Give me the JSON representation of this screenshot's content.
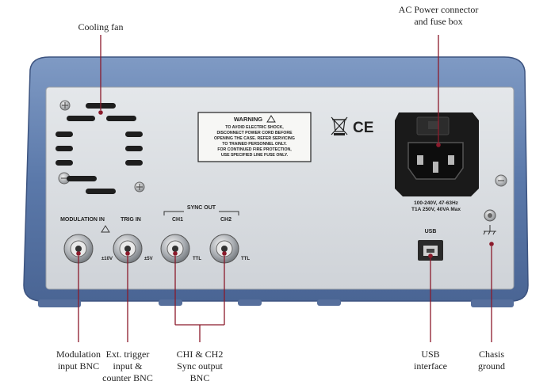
{
  "callouts": {
    "cooling_fan": "Cooling fan",
    "ac_power": {
      "line1": "AC Power connector",
      "line2": "and fuse box"
    },
    "modulation": {
      "line1": "Modulation",
      "line2": "input BNC"
    },
    "trigger": {
      "line1": "Ext. trigger",
      "line2": "input &",
      "line3": "counter BNC"
    },
    "sync": {
      "line1": "CHI & CH2",
      "line2": "Sync output",
      "line3": "BNC"
    },
    "usb": {
      "line1": "USB",
      "line2": "interface"
    },
    "ground": {
      "line1": "Chasis",
      "line2": "ground"
    }
  },
  "panel_text": {
    "warning_title": "WARNING",
    "warning_lines": [
      "TO AVOID ELECTRIC SHOCK,",
      "DISCONNECT POWER CORD BEFORE",
      "OPENING THE CASE. REFER SERVICING",
      "TO TRAINED PERSONNEL ONLY.",
      "FOR CONTINUED FIRE PROTECTION,",
      "USE SPECIFIED LINE FUSE ONLY."
    ],
    "ce_mark": "CE",
    "power_rating_1": "100-240V, 47-63Hz",
    "power_rating_2": "T1A 250V, 40VA Max",
    "modulation_in": "MODULATION IN",
    "trig_in": "TRIG IN",
    "sync_out": "SYNC OUT",
    "ch1": "CH1",
    "ch2": "CH2",
    "mod_voltage": "±10V",
    "trig_voltage": "±5V",
    "ttl1": "TTL",
    "ttl2": "TTL",
    "usb": "USB"
  },
  "colors": {
    "bezel": "#5f7dae",
    "panel": "#d9dde2",
    "callout_line": "#8b1a2b"
  }
}
